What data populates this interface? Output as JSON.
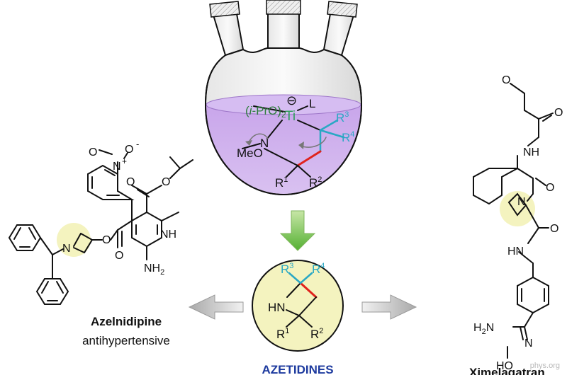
{
  "colors": {
    "solution": "#c9a6ea",
    "highlight": "#f4f3bf",
    "teal": "#2aa8c4",
    "red": "#e0231d",
    "titanium": "#2f9e5a",
    "arrow_green": "#6fbf4b",
    "arrow_gray": "#d6d6d6",
    "azetidine_label": "#1d3a9e"
  },
  "flask": {
    "ligand_prefix": "(",
    "ligand_ipr": "i",
    "ligand_rest": "-PrO)",
    "ligand_sub": "2",
    "metal": "Ti",
    "charge": "⊖",
    "L": "L",
    "N": "N",
    "MeO": "MeO",
    "R1": "R",
    "R1_sup": "1",
    "R2": "R",
    "R2_sup": "2",
    "R3": "R",
    "R3_sup": "3",
    "R4": "R",
    "R4_sup": "4"
  },
  "product": {
    "HN": "HN",
    "R1": "R",
    "R1_sup": "1",
    "R2": "R",
    "R2_sup": "2",
    "R3": "R",
    "R3_sup": "3",
    "R4": "R",
    "R4_sup": "4",
    "label": "AZETIDINES"
  },
  "left_molecule": {
    "nitro_O_top": "O",
    "nitro_minus": "-",
    "nitro_N": "N",
    "nitro_plus": "+",
    "nitro_O_left": "O",
    "ester_O1": "O",
    "ester_O2": "O",
    "ester_O3": "O",
    "ester_O4": "O",
    "ring_N": "N",
    "NH": "NH",
    "NH2": "NH",
    "NH2_sub": "2",
    "name": "Azelnidipine",
    "activity": "antihypertensive"
  },
  "right_molecule": {
    "O_top": "O",
    "O_carbonyl": "O",
    "NH_top": "NH",
    "O_mid": "O",
    "ring_N": "N",
    "O_amide": "O",
    "HN": "HN",
    "H2N": "H",
    "H2N_sub": "2",
    "H2N_N": "N",
    "N_oxime": "N",
    "HO": "HO",
    "name_partial": "Ximelagatran",
    "watermark": "phys.org"
  }
}
